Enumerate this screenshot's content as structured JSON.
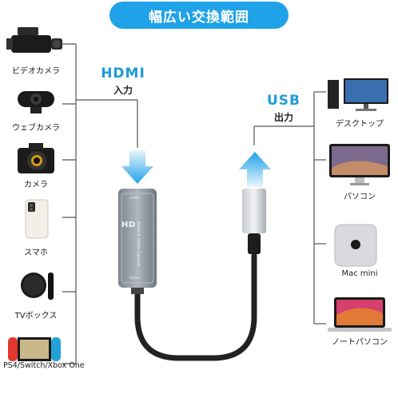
{
  "title": "幅広い交換範囲",
  "input": {
    "label": "HDMI",
    "sub": "入力"
  },
  "output": {
    "label": "USB",
    "sub": "出力"
  },
  "left_devices": [
    {
      "label": "ビデオカメラ",
      "icon": "video-camera-icon"
    },
    {
      "label": "ウェブカメラ",
      "icon": "webcam-icon"
    },
    {
      "label": "カメラ",
      "icon": "camera-icon"
    },
    {
      "label": "スマホ",
      "icon": "smartphone-icon"
    },
    {
      "label": "TVボックス",
      "icon": "tv-box-icon"
    },
    {
      "label": "PS4/Switch/Xbox One",
      "icon": "game-console-icon"
    }
  ],
  "right_devices": [
    {
      "label": "デスクトップ",
      "icon": "desktop-icon"
    },
    {
      "label": "パソコン",
      "icon": "imac-icon"
    },
    {
      "label": "Mac mini",
      "icon": "mac-mini-icon"
    },
    {
      "label": "ノートパソコン",
      "icon": "laptop-icon"
    }
  ],
  "device": {
    "logo": "HD",
    "text": "Audio & Video Capture",
    "port_in": "HDMI",
    "port_out": "Green"
  },
  "colors": {
    "accent": "#1fa2e8",
    "bracket": "#555555",
    "body": "#9aa3ad"
  }
}
